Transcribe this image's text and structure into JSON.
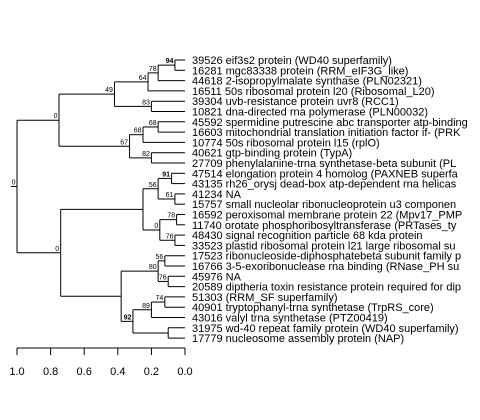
{
  "leaves": [
    {
      "id": "leaf-0",
      "label": "39526 eif3s2 protein (WD40 superfamily)"
    },
    {
      "id": "leaf-1",
      "label": "16281 mgc83338 protein (RRM_eIF3G_like)"
    },
    {
      "id": "leaf-2",
      "label": "44618 2-isopropylmalate synthase (PLN02321)"
    },
    {
      "id": "leaf-3",
      "label": "16511 50s ribosomal protein l20 (Ribosomal_L20)"
    },
    {
      "id": "leaf-4",
      "label": "39304 uvb-resistance protein uvr8 (RCC1)"
    },
    {
      "id": "leaf-5",
      "label": "10821 dna-directed rna polymerase (PLN00032)"
    },
    {
      "id": "leaf-6",
      "label": "45592 spermidine putrescine abc transporter atp-binding"
    },
    {
      "id": "leaf-7",
      "label": "16603 mitochondrial translation initiation factor if- (PRK"
    },
    {
      "id": "leaf-8",
      "label": "10774 50s ribosomal protein l15 (rplO)"
    },
    {
      "id": "leaf-9",
      "label": "40621 gtp-binding protein (TypA)"
    },
    {
      "id": "leaf-10",
      "label": "27709 phenylalanine-trna synthetase-beta subunit (PL"
    },
    {
      "id": "leaf-11",
      "label": "47514 elongation protein 4 homolog (PAXNEB superfa"
    },
    {
      "id": "leaf-12",
      "label": "43135 rh26_orysj dead-box atp-dependent rna helicas"
    },
    {
      "id": "leaf-13",
      "label": "41234 NA"
    },
    {
      "id": "leaf-14",
      "label": "15757 small nucleolar ribonucleoprotein u3 componen"
    },
    {
      "id": "leaf-15",
      "label": "16592 peroxisomal membrane protein 22 (Mpv17_PMP"
    },
    {
      "id": "leaf-16",
      "label": "11740 orotate phosphoribosyltransferase (PRTases_ty"
    },
    {
      "id": "leaf-17",
      "label": "48430 signal recognition particle 68 kda protein"
    },
    {
      "id": "leaf-18",
      "label": "33523 plastid ribosomal protein l21 large ribosomal su"
    },
    {
      "id": "leaf-19",
      "label": "17523 ribonucleoside-diphosphatebeta subunit family p"
    },
    {
      "id": "leaf-20",
      "label": "16766 3-5-exoribonuclease rna binding (RNase_PH su"
    },
    {
      "id": "leaf-21",
      "label": "45976 NA"
    },
    {
      "id": "leaf-22",
      "label": "20589 diptheria toxin resistance protein required for dip"
    },
    {
      "id": "leaf-23",
      "label": "51303 (RRM_SF superfamily)"
    },
    {
      "id": "leaf-24",
      "label": "40901 tryptophanyl-trna synthetase (TrpRS_core)"
    },
    {
      "id": "leaf-25",
      "label": "43016 valyl trna synthetase (PTZ00419)"
    },
    {
      "id": "leaf-26",
      "label": "31975 wd-40 repeat family protein (WD40 superfamily)"
    },
    {
      "id": "leaf-27",
      "label": "17779 nucleosome assembly protein (NAP)"
    }
  ],
  "nodes": [
    {
      "id": "n-root",
      "children": [
        "n-a",
        "n-b"
      ],
      "height": 1.0,
      "support": "0",
      "bold": false
    },
    {
      "id": "n-a",
      "children": [
        "n-a1",
        "n-a2"
      ],
      "height": 0.75,
      "support": "0",
      "bold": false
    },
    {
      "id": "n-a1",
      "children": [
        "n-a1a",
        "n-a1b"
      ],
      "height": 0.42,
      "support": "49",
      "bold": false
    },
    {
      "id": "n-a1a",
      "children": [
        "n-a1a1",
        "leaf-3"
      ],
      "height": 0.22,
      "support": "64",
      "bold": false
    },
    {
      "id": "n-a1a1",
      "children": [
        "n-a1a1a",
        "leaf-2"
      ],
      "height": 0.16,
      "support": "78",
      "bold": false
    },
    {
      "id": "n-a1a1a",
      "children": [
        "leaf-0",
        "leaf-1"
      ],
      "height": 0.06,
      "support": "94",
      "bold": true
    },
    {
      "id": "n-a1b",
      "children": [
        "leaf-4",
        "leaf-5"
      ],
      "height": 0.2,
      "support": "83",
      "bold": false
    },
    {
      "id": "n-a2",
      "children": [
        "n-a2a",
        "n-a2b"
      ],
      "height": 0.33,
      "support": "67",
      "bold": false
    },
    {
      "id": "n-a2a",
      "children": [
        "n-a2a1",
        "leaf-8"
      ],
      "height": 0.25,
      "support": "68",
      "bold": false
    },
    {
      "id": "n-a2a1",
      "children": [
        "leaf-6",
        "leaf-7"
      ],
      "height": 0.16,
      "support": "68",
      "bold": false
    },
    {
      "id": "n-a2b",
      "children": [
        "leaf-9",
        "leaf-10"
      ],
      "height": 0.2,
      "support": "82",
      "bold": false
    },
    {
      "id": "n-b",
      "children": [
        "n-b1",
        "n-b2"
      ],
      "height": 0.74,
      "support": "0",
      "bold": false
    },
    {
      "id": "n-b1",
      "children": [
        "n-b1a",
        "n-b1b"
      ],
      "height": 0.25,
      "support": "",
      "bold": false
    },
    {
      "id": "n-b1a",
      "children": [
        "n-b1a1",
        "n-b1a2"
      ],
      "height": 0.16,
      "support": "56",
      "bold": false
    },
    {
      "id": "n-b1a1",
      "children": [
        "leaf-11",
        "leaf-12"
      ],
      "height": 0.08,
      "support": "91",
      "bold": true
    },
    {
      "id": "n-b1a2",
      "children": [
        "leaf-13",
        "leaf-14"
      ],
      "height": 0.06,
      "support": "61",
      "bold": false
    },
    {
      "id": "n-b1b",
      "children": [
        "n-b1b1",
        "n-b1b2"
      ],
      "height": 0.15,
      "support": "0",
      "bold": false
    },
    {
      "id": "n-b1b1",
      "children": [
        "leaf-15",
        "leaf-16"
      ],
      "height": 0.05,
      "support": "78",
      "bold": false
    },
    {
      "id": "n-b1b2",
      "children": [
        "leaf-17",
        "leaf-18"
      ],
      "height": 0.06,
      "support": "76",
      "bold": false
    },
    {
      "id": "n-b2",
      "children": [
        "n-b2a",
        "n-b2b"
      ],
      "height": 0.38,
      "support": "",
      "bold": false
    },
    {
      "id": "n-b2a",
      "children": [
        "n-b2a1",
        "n-b2a2"
      ],
      "height": 0.16,
      "support": "80",
      "bold": false
    },
    {
      "id": "n-b2a1",
      "children": [
        "leaf-19",
        "leaf-20"
      ],
      "height": 0.12,
      "support": "56",
      "bold": false
    },
    {
      "id": "n-b2a2",
      "children": [
        "leaf-21",
        "leaf-22"
      ],
      "height": 0.1,
      "support": "76",
      "bold": false
    },
    {
      "id": "n-b2b",
      "children": [
        "n-b2b1",
        "n-b2b2"
      ],
      "height": 0.31,
      "support": "92",
      "bold": true
    },
    {
      "id": "n-b2b1",
      "children": [
        "n-b2b1a",
        "leaf-25"
      ],
      "height": 0.2,
      "support": "89",
      "bold": false
    },
    {
      "id": "n-b2b1a",
      "children": [
        "leaf-23",
        "leaf-24"
      ],
      "height": 0.12,
      "support": "74",
      "bold": false
    },
    {
      "id": "n-b2b2",
      "children": [
        "leaf-26",
        "leaf-27"
      ],
      "height": 0.1,
      "support": "",
      "bold": false
    }
  ],
  "axis": {
    "ticks": [
      1.0,
      0.8,
      0.6,
      0.4,
      0.2,
      0.0
    ],
    "tick_labels": [
      "1.0",
      "0.8",
      "0.6",
      "0.4",
      "0.2",
      "0.0"
    ],
    "max": 1.0
  },
  "colors": {
    "line": "#000000",
    "text": "#000000",
    "background": "#ffffff"
  }
}
